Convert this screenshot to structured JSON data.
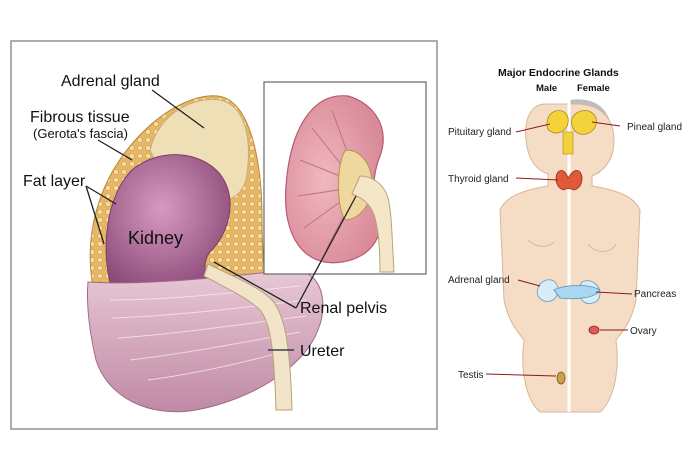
{
  "left_panel": {
    "labels": {
      "adrenal_gland": "Adrenal gland",
      "fibrous_tissue": "Fibrous tissue",
      "gerotas_fascia": "(Gerota's fascia)",
      "fat_layer": "Fat layer",
      "kidney": "Kidney",
      "renal_pelvis": "Renal pelvis",
      "ureter": "Ureter"
    }
  },
  "right_panel": {
    "title": "Major Endocrine Glands",
    "male": "Male",
    "female": "Female",
    "labels": {
      "pituitary_gland": "Pituitary gland",
      "pineal_gland": "Pineal gland",
      "thyroid_gland": "Thyroid gland",
      "adrenal_gland": "Adrenal gland",
      "pancreas": "Pancreas",
      "ovary": "Ovary",
      "testis": "Testis"
    }
  },
  "colors": {
    "kidney": "#b56b9a",
    "fat": "#e9c27e",
    "fascia": "#d8b2c2",
    "adrenal": "#eedcb4",
    "skin": "#f4dcc4",
    "title_gold": "#8a5a10",
    "gland_yellow": "#f3d23c",
    "thyroid": "#e05a3a",
    "pancreas": "#a9d6f0"
  }
}
